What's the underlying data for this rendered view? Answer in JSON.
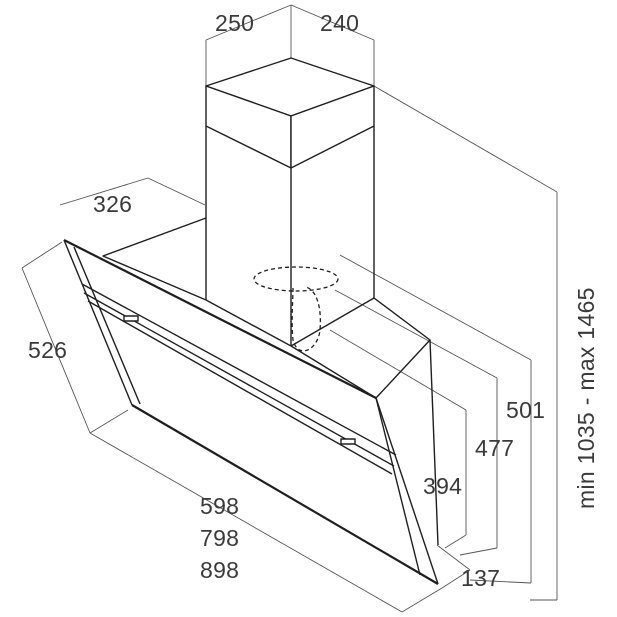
{
  "diagram": {
    "top_width_left": "250",
    "top_width_right": "240",
    "canopy_depth": "326",
    "canopy_side": "526",
    "widths": [
      "598",
      "798",
      "898"
    ],
    "bottom_depth": "137",
    "height_394": "394",
    "height_477": "477",
    "height_501": "501",
    "total_height": "min 1035 - max 1465"
  }
}
